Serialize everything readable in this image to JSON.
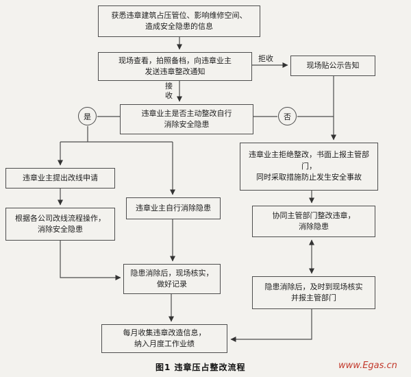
{
  "title": "图1  违章压占整改流程",
  "watermark": "www.Egas.cn",
  "nodes": {
    "info": "获悉违章建筑占压管位、影响维修空间、\n造成安全隐患的信息",
    "inspect": "现场查看，拍照备档，向违章业主\n发送违章整改通知",
    "notice": "现场贴公示告知",
    "decision": "违章业主是否主动整改自行\n消除安全隐患",
    "apply": "违章业主提出改线申请",
    "reroute": "根据各公司改线流程操作，\n消除安全隐患",
    "self_fix": "违章业主自行消除隐患",
    "verify": "隐患消除后，现场核实，\n做好记录",
    "refuse": "违章业主拒绝整改，书面上报主管部门，\n同时采取措施防止发生安全事故",
    "joint": "协同主管部门整改违章，\n消除隐患",
    "report": "隐患消除后，及时到现场核实\n并报主管部门",
    "monthly": "每月收集违章改造信息，\n纳入月度工作业绩"
  },
  "labels": {
    "reject": "拒收",
    "accept": "接收",
    "yes": "是",
    "no": "否"
  }
}
